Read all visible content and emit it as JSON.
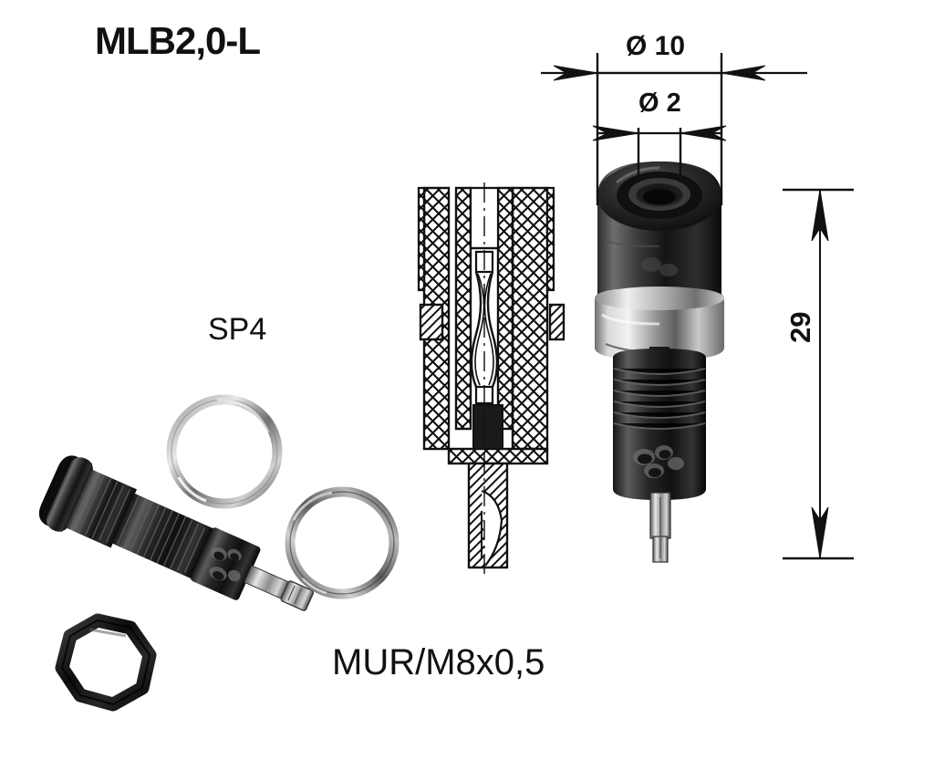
{
  "sheet": {
    "background_color": "#ffffff",
    "ink_color": "#111111",
    "kind": "technical-product-drawing"
  },
  "title": {
    "text": "MLB2,0-L"
  },
  "labels": {
    "spring_washer": "SP4",
    "nut": "MUR/M8x0,5"
  },
  "dimensions": {
    "outer_diameter": "Ø 10",
    "bore_diameter": "Ø 2",
    "length": "29"
  },
  "figures": {
    "exploded_photo": {
      "name": "exploded-parts-photo",
      "caption_parts": [
        "SP4",
        "MUR/M8x0,5"
      ],
      "items": [
        "socket-body-threaded",
        "spring-washer-upper",
        "spring-washer-lower",
        "hex-nut"
      ]
    },
    "section_drawing": {
      "name": "cross-section-drawing",
      "hatching": "crosshatch"
    },
    "product_photo": {
      "name": "assembled-socket-photo",
      "features": [
        "black-cap-with-socket-bore",
        "chrome-collar",
        "threaded-black-body",
        "metal-terminal-pin"
      ]
    }
  },
  "chart_data": {
    "type": "table",
    "title": "MLB2,0-L",
    "categories": [
      "Ø 10",
      "Ø 2",
      "29"
    ],
    "values": [
      10,
      2,
      29
    ],
    "units": "mm",
    "xlabel": "",
    "ylabel": "",
    "annotations": [
      "SP4",
      "MUR/M8x0,5"
    ]
  }
}
